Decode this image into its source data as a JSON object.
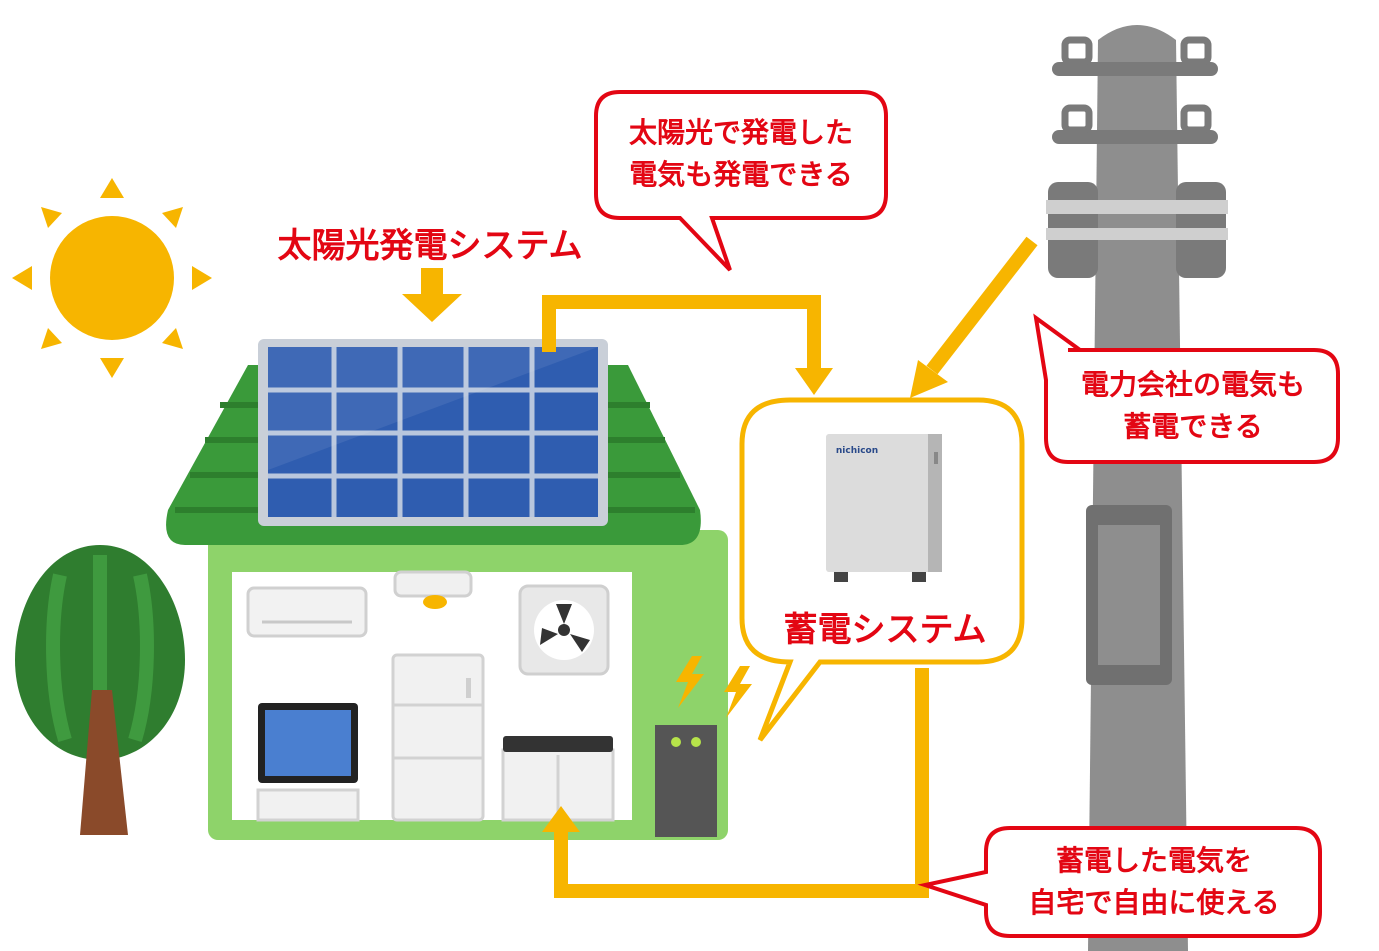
{
  "labels": {
    "solar_system": "太陽光発電システム",
    "storage_system": "蓄電システム",
    "bubble_solar": [
      "太陽光で発電した",
      "電気も発電できる"
    ],
    "bubble_grid": [
      "電力会社の電気も",
      "蓄電できる"
    ],
    "bubble_home": [
      "蓄電した電気を",
      "自宅で自由に使える"
    ],
    "battery_brand": "nichicon"
  },
  "colors": {
    "accent_red": "#e30613",
    "flow_yellow": "#f7b500",
    "roof_green": "#3a9a3a",
    "wall_green": "#8ed36a",
    "panel_blue": "#2f5db0",
    "sun": "#f7b500"
  }
}
